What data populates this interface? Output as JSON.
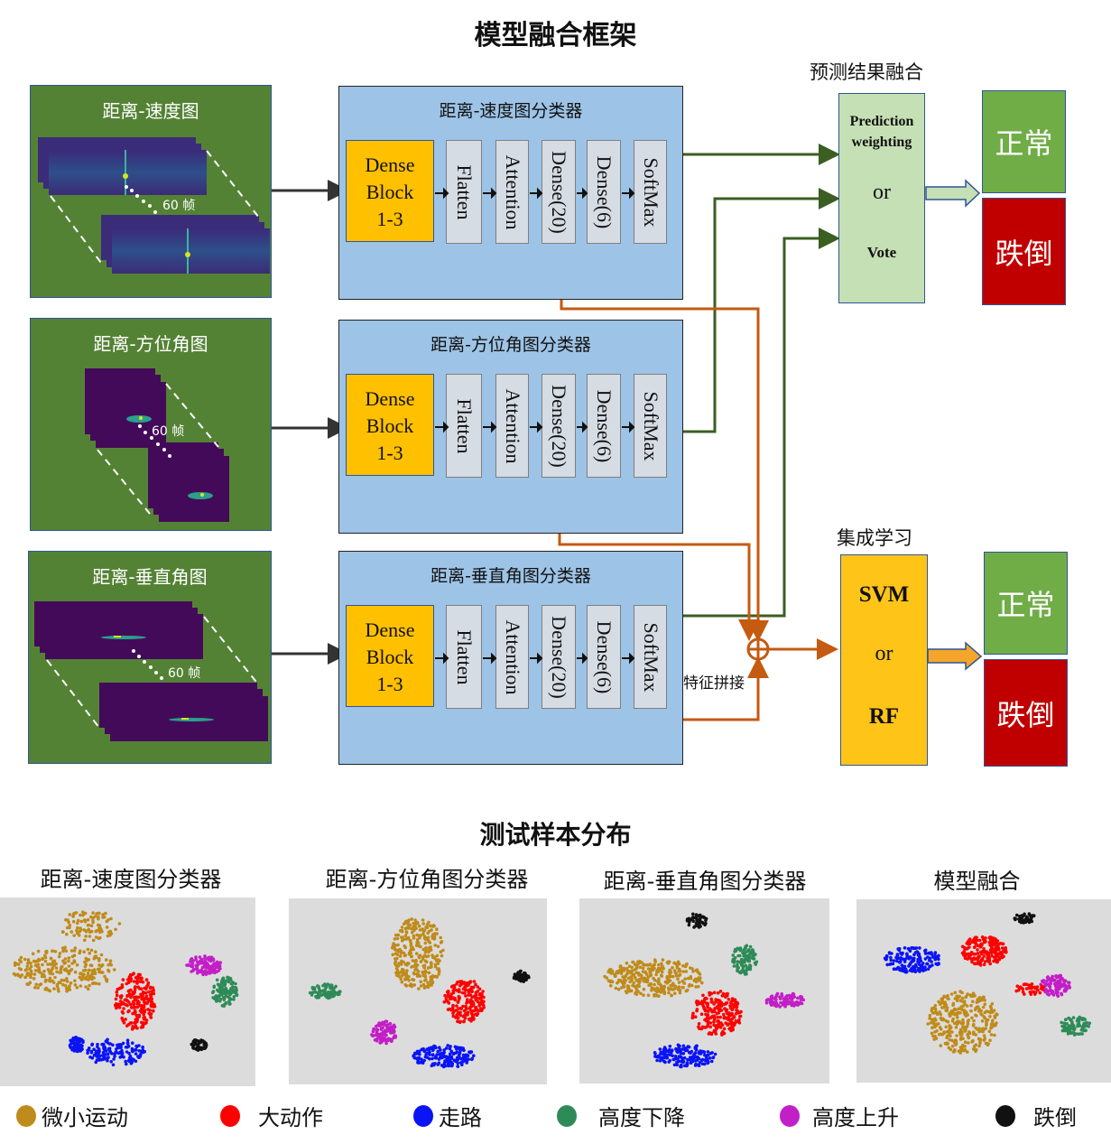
{
  "title": "模型融合框架",
  "frames_label": "60 帧",
  "inputs": [
    {
      "label": "距离-速度图"
    },
    {
      "label": "距离-方位角图"
    },
    {
      "label": "距离-垂直角图"
    }
  ],
  "classifiers": [
    {
      "title": "距离-速度图分类器"
    },
    {
      "title": "距离-方位角图分类器"
    },
    {
      "title": "距离-垂直角图分类器"
    }
  ],
  "layers": {
    "dense_block": [
      "Dense",
      "Block",
      "1-3"
    ],
    "flatten": "Flatten",
    "attention": "Attention",
    "dense20": "Dense(20)",
    "dense6": "Dense(6)",
    "softmax": "SoftMax"
  },
  "fusion": {
    "label": "预测结果融合",
    "line1": "Prediction",
    "line2": "weighting",
    "or": "or",
    "vote": "Vote"
  },
  "ensemble": {
    "label": "集成学习",
    "svm": "SVM",
    "or": "or",
    "rf": "RF"
  },
  "feature_concat": "特征拼接",
  "outputs": {
    "normal": "正常",
    "fall": "跌倒"
  },
  "distribution": {
    "title": "测试样本分布",
    "panels": [
      {
        "title": "距离-速度图分类器"
      },
      {
        "title": "距离-方位角图分类器"
      },
      {
        "title": "距离-垂直角图分类器"
      },
      {
        "title": "模型融合"
      }
    ]
  },
  "legend": [
    {
      "label": "微小运动",
      "color": "#bf8b1a"
    },
    {
      "label": "大动作",
      "color": "#ff0000"
    },
    {
      "label": "走路",
      "color": "#0a14f5"
    },
    {
      "label": "高度下降",
      "color": "#2e8b57"
    },
    {
      "label": "高度上升",
      "color": "#c21fc7"
    },
    {
      "label": "跌倒",
      "color": "#111111"
    }
  ],
  "colors": {
    "feature_line": "#c55a11",
    "prediction_line": "#3b5e22",
    "input_panel": "#548235",
    "classifier_bg": "#9dc3e6"
  }
}
